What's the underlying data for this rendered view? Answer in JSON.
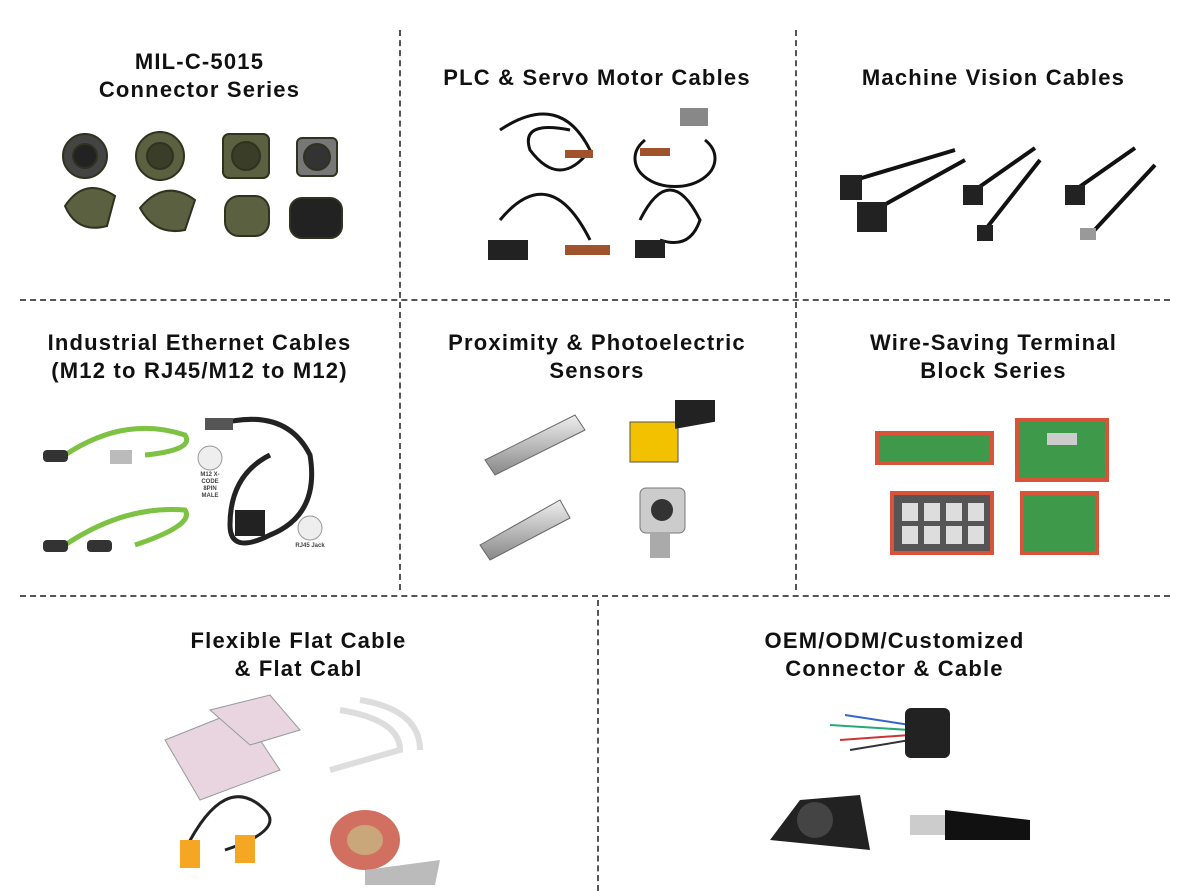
{
  "categories": [
    {
      "title_lines": [
        "MIL-C-5015",
        "Connector Series"
      ],
      "image": "circular-military-connectors"
    },
    {
      "title_lines": [
        "PLC & Servo Motor Cables"
      ],
      "image": "plc-servo-cables"
    },
    {
      "title_lines": [
        "Machine Vision Cables"
      ],
      "image": "machine-vision-cables"
    },
    {
      "title_lines": [
        "Industrial Ethernet Cables",
        "(M12 to RJ45/M12 to M12)"
      ],
      "image": "ethernet-cables",
      "image_labels": [
        "M12 X-CODE 8PIN MALE",
        "RJ45 Jack"
      ]
    },
    {
      "title_lines": [
        "Proximity & Photoelectric",
        "Sensors"
      ],
      "image": "sensors"
    },
    {
      "title_lines": [
        "Wire-Saving Terminal",
        "Block Series"
      ],
      "image": "terminal-blocks"
    },
    {
      "title_lines": [
        "Flexible Flat Cable",
        "& Flat Cabl"
      ],
      "image": "flat-cables"
    },
    {
      "title_lines": [
        "OEM/ODM/Customized",
        "Connector & Cable"
      ],
      "image": "custom-connectors"
    }
  ],
  "colors": {
    "divider": "#555555",
    "ethernet_green": "#7dc242",
    "terminal_red": "#d9533b",
    "terminal_green": "#3e9a4a",
    "mil_olive": "#5b6040"
  }
}
